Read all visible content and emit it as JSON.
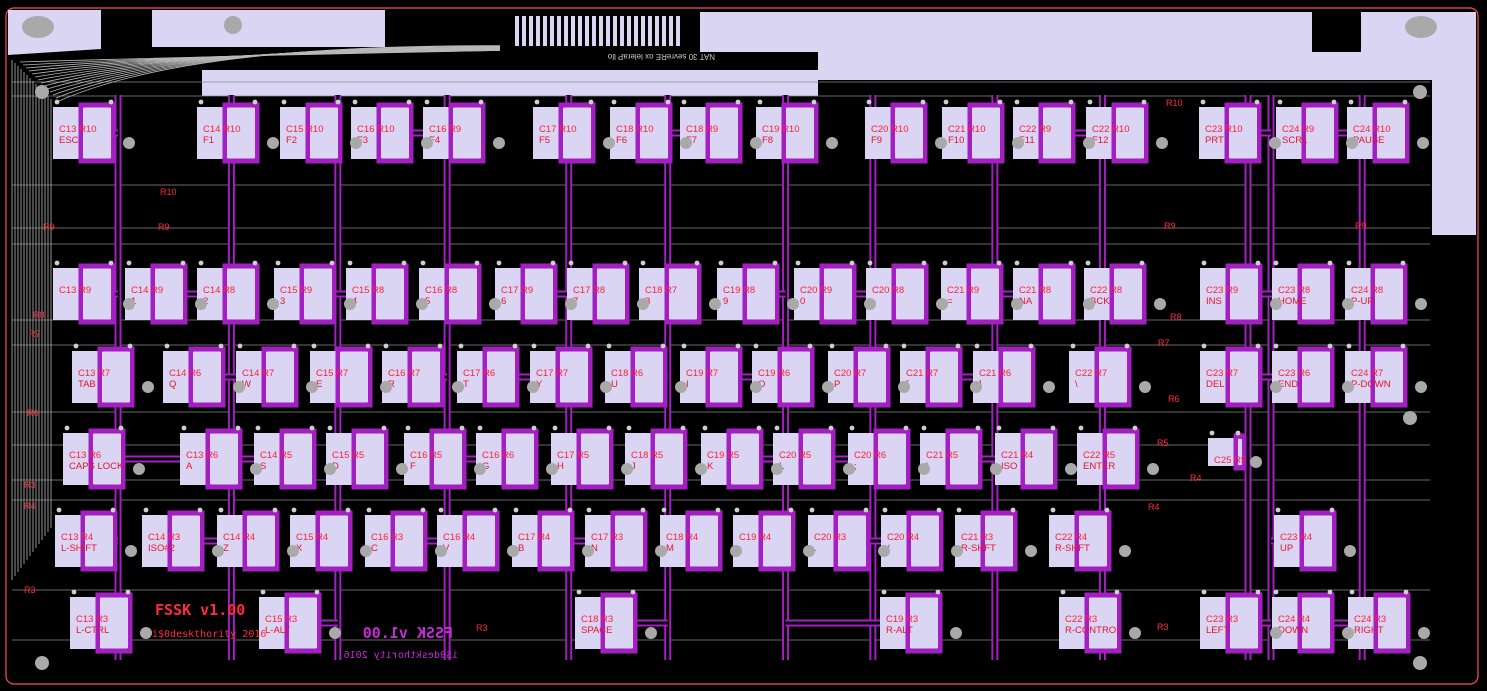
{
  "title": "FSSK v1.00",
  "subtitle": "i$0deskthority 2016",
  "mirrored_title": "FSSK v1.00",
  "mirrored_subtitle": "i$0deskthority 2016",
  "connector_text": "NAT 30 sevreRE ox leleraP llo",
  "colors": {
    "background": "#000000",
    "copper": "#d9d5f2",
    "trace": "#a41fc2",
    "trace_core": "#e31bff",
    "silk": "#ff1f3d",
    "wire": "#cfcfcf",
    "outline": "#ff4a60"
  },
  "row_labels": [
    {
      "text": "R10",
      "ref": "r10"
    },
    {
      "text": "R10",
      "ref": "r10b"
    },
    {
      "text": "R9",
      "ref": "r9a"
    },
    {
      "text": "R9",
      "ref": "r9b"
    },
    {
      "text": "R9",
      "ref": "r9c"
    },
    {
      "text": "R9",
      "ref": "r9d"
    },
    {
      "text": "R8",
      "ref": "r8a"
    },
    {
      "text": "R8",
      "ref": "r8b"
    },
    {
      "text": "R7",
      "ref": "r7a"
    },
    {
      "text": "R7",
      "ref": "r7b"
    },
    {
      "text": "R6",
      "ref": "r6a"
    },
    {
      "text": "R6",
      "ref": "r6b"
    },
    {
      "text": "R5",
      "ref": "r5a"
    },
    {
      "text": "R4",
      "ref": "r4a"
    },
    {
      "text": "R4",
      "ref": "r4b"
    },
    {
      "text": "R4",
      "ref": "r4c"
    },
    {
      "text": "R3",
      "ref": "r3a"
    },
    {
      "text": "R3",
      "ref": "r3b"
    },
    {
      "text": "R3",
      "ref": "r3c"
    },
    {
      "text": "R3",
      "ref": "r3d"
    }
  ],
  "keys": [
    {
      "id": "esc",
      "col": "C13",
      "row": "R10",
      "label": "ESC"
    },
    {
      "id": "f1",
      "col": "C14",
      "row": "R10",
      "label": "F1"
    },
    {
      "id": "f2",
      "col": "C15",
      "row": "R10",
      "label": "F2"
    },
    {
      "id": "f3",
      "col": "C16",
      "row": "R10",
      "label": "F3"
    },
    {
      "id": "f4",
      "col": "C16",
      "row": "R9",
      "label": "F4"
    },
    {
      "id": "f5",
      "col": "C17",
      "row": "R10",
      "label": "F5"
    },
    {
      "id": "f6",
      "col": "C18",
      "row": "R10",
      "label": "F6"
    },
    {
      "id": "f7",
      "col": "C18",
      "row": "R9",
      "label": "F7"
    },
    {
      "id": "f8",
      "col": "C19",
      "row": "R10",
      "label": "F8"
    },
    {
      "id": "f9",
      "col": "C20",
      "row": "R10",
      "label": "F9"
    },
    {
      "id": "f10",
      "col": "C21",
      "row": "R10",
      "label": "F10"
    },
    {
      "id": "f11",
      "col": "C22",
      "row": "R9",
      "label": "F11"
    },
    {
      "id": "f12",
      "col": "C22",
      "row": "R10",
      "label": "F12"
    },
    {
      "id": "prt",
      "col": "C23",
      "row": "R10",
      "label": "PRT"
    },
    {
      "id": "scrl",
      "col": "C24",
      "row": "R9",
      "label": "SCRL"
    },
    {
      "id": "pause",
      "col": "C24",
      "row": "R10",
      "label": "PAUSE"
    },
    {
      "id": "grave",
      "col": "C13",
      "row": "R9",
      "label": ""
    },
    {
      "id": "k1",
      "col": "C14",
      "row": "R9",
      "label": "1"
    },
    {
      "id": "k2",
      "col": "C14",
      "row": "R8",
      "label": "2"
    },
    {
      "id": "k3",
      "col": "C15",
      "row": "R9",
      "label": "3"
    },
    {
      "id": "k4",
      "col": "C15",
      "row": "R8",
      "label": "4"
    },
    {
      "id": "k5",
      "col": "C16",
      "row": "R8",
      "label": "5"
    },
    {
      "id": "k6",
      "col": "C17",
      "row": "R9",
      "label": "6"
    },
    {
      "id": "k7",
      "col": "C17",
      "row": "R8",
      "label": "7"
    },
    {
      "id": "k8",
      "col": "C18",
      "row": "R7",
      "label": "8"
    },
    {
      "id": "k9",
      "col": "C19",
      "row": "R8",
      "label": "9"
    },
    {
      "id": "k0",
      "col": "C20",
      "row": "R9",
      "label": "0"
    },
    {
      "id": "minus",
      "col": "C20",
      "row": "R8",
      "label": "-"
    },
    {
      "id": "equal",
      "col": "C21",
      "row": "R9",
      "label": "="
    },
    {
      "id": "na",
      "col": "C21",
      "row": "R8",
      "label": "NA"
    },
    {
      "id": "bck",
      "col": "C22",
      "row": "R8",
      "label": "BCK"
    },
    {
      "id": "ins",
      "col": "C23",
      "row": "R9",
      "label": "INS"
    },
    {
      "id": "home",
      "col": "C23",
      "row": "R8",
      "label": "HOME"
    },
    {
      "id": "pup",
      "col": "C24",
      "row": "R8",
      "label": "P-UP"
    },
    {
      "id": "tab",
      "col": "C13",
      "row": "R7",
      "label": "TAB"
    },
    {
      "id": "q",
      "col": "C14",
      "row": "R6",
      "label": "Q"
    },
    {
      "id": "w",
      "col": "C14",
      "row": "R7",
      "label": "W"
    },
    {
      "id": "e",
      "col": "C15",
      "row": "R7",
      "label": "E"
    },
    {
      "id": "r",
      "col": "C16",
      "row": "R7",
      "label": "R"
    },
    {
      "id": "t",
      "col": "C17",
      "row": "R6",
      "label": "T"
    },
    {
      "id": "y",
      "col": "C17",
      "row": "R7",
      "label": "Y"
    },
    {
      "id": "u",
      "col": "C18",
      "row": "R6",
      "label": "U"
    },
    {
      "id": "i",
      "col": "C19",
      "row": "R7",
      "label": "I"
    },
    {
      "id": "o",
      "col": "C19",
      "row": "R6",
      "label": "O"
    },
    {
      "id": "p",
      "col": "C20",
      "row": "R7",
      "label": "P"
    },
    {
      "id": "lbr",
      "col": "C21",
      "row": "R7",
      "label": "["
    },
    {
      "id": "rbr",
      "col": "C21",
      "row": "R6",
      "label": "]"
    },
    {
      "id": "bsl",
      "col": "C22",
      "row": "R7",
      "label": "\\"
    },
    {
      "id": "del",
      "col": "C23",
      "row": "R7",
      "label": "DEL"
    },
    {
      "id": "end",
      "col": "C23",
      "row": "R6",
      "label": "END"
    },
    {
      "id": "pdown",
      "col": "C24",
      "row": "R7",
      "label": "P-DOWN"
    },
    {
      "id": "caps",
      "col": "C13",
      "row": "R6",
      "label": "CAPS LOCK"
    },
    {
      "id": "a",
      "col": "C13",
      "row": "R6",
      "label": "A"
    },
    {
      "id": "s",
      "col": "C14",
      "row": "R5",
      "label": "S"
    },
    {
      "id": "d",
      "col": "C15",
      "row": "R5",
      "label": "D"
    },
    {
      "id": "f",
      "col": "C16",
      "row": "R5",
      "label": "F"
    },
    {
      "id": "g",
      "col": "C16",
      "row": "R6",
      "label": "G"
    },
    {
      "id": "h",
      "col": "C17",
      "row": "R5",
      "label": "H"
    },
    {
      "id": "j",
      "col": "C18",
      "row": "R5",
      "label": "J"
    },
    {
      "id": "k",
      "col": "C19",
      "row": "R5",
      "label": "K"
    },
    {
      "id": "l",
      "col": "C20",
      "row": "R5",
      "label": "L"
    },
    {
      "id": "semi",
      "col": "C20",
      "row": "R6",
      "label": ";"
    },
    {
      "id": "quote",
      "col": "C21",
      "row": "R5",
      "label": "'"
    },
    {
      "id": "iso",
      "col": "C21",
      "row": "R4",
      "label": "ISO"
    },
    {
      "id": "enter",
      "col": "C22",
      "row": "R5",
      "label": "ENTER"
    },
    {
      "id": "c25",
      "col": "C25",
      "row": "R5",
      "label": ""
    },
    {
      "id": "lshift",
      "col": "C13",
      "row": "R4",
      "label": "L-SHIFT"
    },
    {
      "id": "iso2",
      "col": "C14",
      "row": "R3",
      "label": "ISO#2"
    },
    {
      "id": "z",
      "col": "C14",
      "row": "R4",
      "label": "Z"
    },
    {
      "id": "x",
      "col": "C15",
      "row": "R4",
      "label": "X"
    },
    {
      "id": "c",
      "col": "C16",
      "row": "R3",
      "label": "C"
    },
    {
      "id": "v",
      "col": "C16",
      "row": "R4",
      "label": "V"
    },
    {
      "id": "b",
      "col": "C17",
      "row": "R4",
      "label": "B"
    },
    {
      "id": "n",
      "col": "C17",
      "row": "R3",
      "label": "N"
    },
    {
      "id": "m",
      "col": "C18",
      "row": "R4",
      "label": "M"
    },
    {
      "id": "comma",
      "col": "C19",
      "row": "R4",
      "label": ","
    },
    {
      "id": "period",
      "col": "C20",
      "row": "R3",
      "label": "."
    },
    {
      "id": "slash",
      "col": "C20",
      "row": "R4",
      "label": "/"
    },
    {
      "id": "rshift",
      "col": "C21",
      "row": "R3",
      "label": "R-SHFT"
    },
    {
      "id": "rshift2",
      "col": "C22",
      "row": "R4",
      "label": "R-SHFT"
    },
    {
      "id": "up",
      "col": "C23",
      "row": "R4",
      "label": "UP"
    },
    {
      "id": "lctrl",
      "col": "C13",
      "row": "R3",
      "label": "L-CTRL"
    },
    {
      "id": "lalt",
      "col": "C15",
      "row": "R3",
      "label": "L-ALT"
    },
    {
      "id": "space",
      "col": "C18",
      "row": "R3",
      "label": "SPACE"
    },
    {
      "id": "ralt",
      "col": "C19",
      "row": "R3",
      "label": "R-ALT"
    },
    {
      "id": "rctrl",
      "col": "C22",
      "row": "R3",
      "label": "R-CONTROL"
    },
    {
      "id": "left",
      "col": "C23",
      "row": "R3",
      "label": "LEFT"
    },
    {
      "id": "down",
      "col": "C24",
      "row": "R4",
      "label": "DOWN"
    },
    {
      "id": "right",
      "col": "C24",
      "row": "R3",
      "label": "RIGHT"
    }
  ]
}
